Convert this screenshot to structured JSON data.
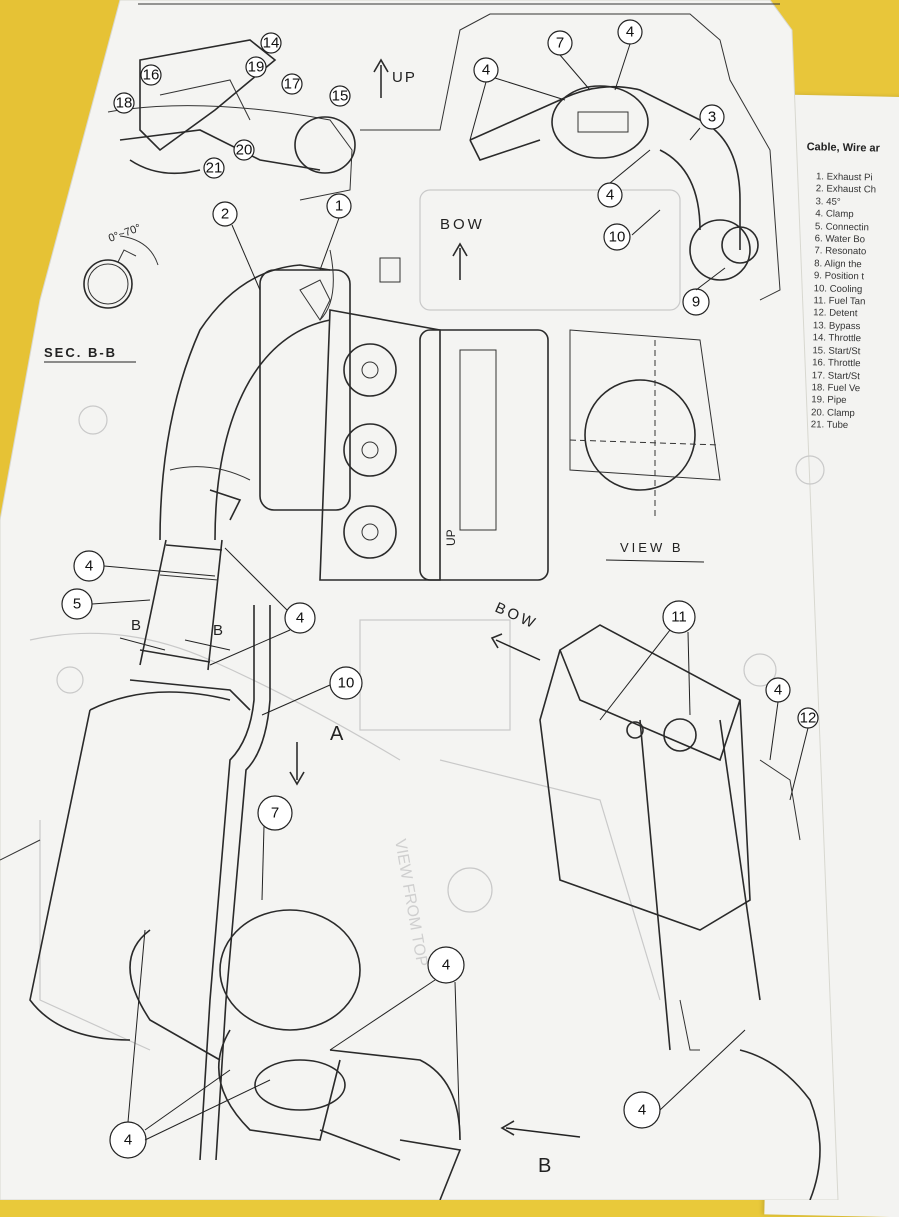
{
  "labels": {
    "up_top": "UP",
    "bow_top": "BOW",
    "bow_mid": "BOW",
    "sec_bb": "SEC. B-B",
    "angle": "0°~70°",
    "view_b": "VIEW B",
    "up_small": "UP",
    "arrow_a": "A",
    "arrow_b": "B",
    "b_left": "B",
    "b_right": "B",
    "ghost_view": "VIEW FROM TOP"
  },
  "callouts": [
    "1",
    "2",
    "3",
    "4",
    "5",
    "7",
    "9",
    "10",
    "11",
    "12",
    "14",
    "15",
    "16",
    "17",
    "18",
    "19",
    "20",
    "21"
  ],
  "right_sheet": {
    "title": "Cable, Wire ar",
    "legend": [
      "1. Exhaust Pi",
      "2. Exhaust Ch",
      "3. 45°",
      "4. Clamp",
      "5. Connectin",
      "6. Water Bo",
      "7. Resonato",
      "8. Align the",
      "9. Position t",
      "10. Cooling",
      "11. Fuel Tan",
      "12. Detent",
      "13. Bypass",
      "14. Throttle",
      "15. Start/St",
      "16. Throttle",
      "17. Start/St",
      "18. Fuel Ve",
      "19. Pipe",
      "20. Clamp",
      "21. Tube"
    ]
  }
}
